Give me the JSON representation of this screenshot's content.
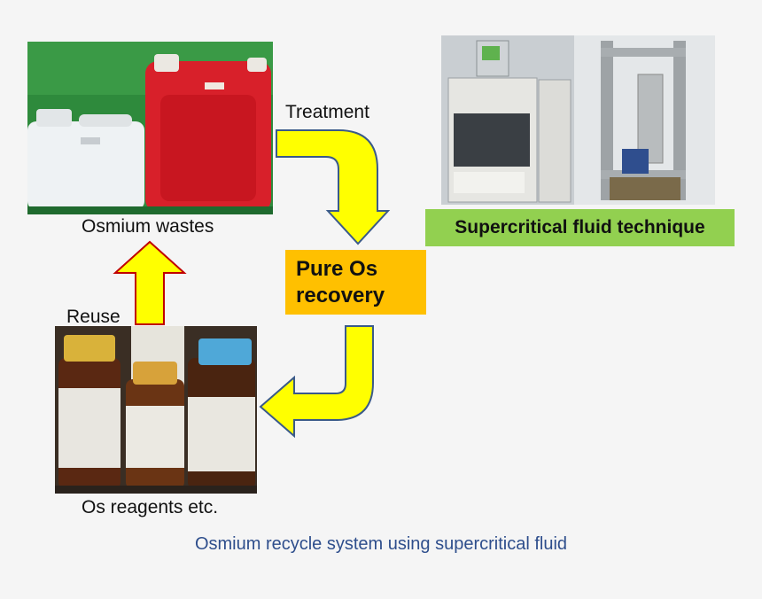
{
  "labels": {
    "treatment": "Treatment",
    "osmium_wastes": "Osmium wastes",
    "reuse": "Reuse",
    "os_reagents": "Os reagents etc."
  },
  "boxes": {
    "pure_os_line1": "Pure Os",
    "pure_os_line2": "recovery",
    "supercritical": "Supercritical fluid technique"
  },
  "caption": "Osmium recycle system using supercritical fluid",
  "colors": {
    "arrow_fill": "#ffff00",
    "arrow_stroke": "#3a5a8a",
    "red_arrow_stroke": "#c00000",
    "pure_box": "#ffc000",
    "supercritical_box": "#92d050",
    "caption": "#2e4e8c"
  },
  "icons": {
    "wastes_photo": "plastic-tanks-photo",
    "equipment_photo": "supercritical-equipment-photo",
    "reagents_photo": "reagent-bottles-photo"
  }
}
